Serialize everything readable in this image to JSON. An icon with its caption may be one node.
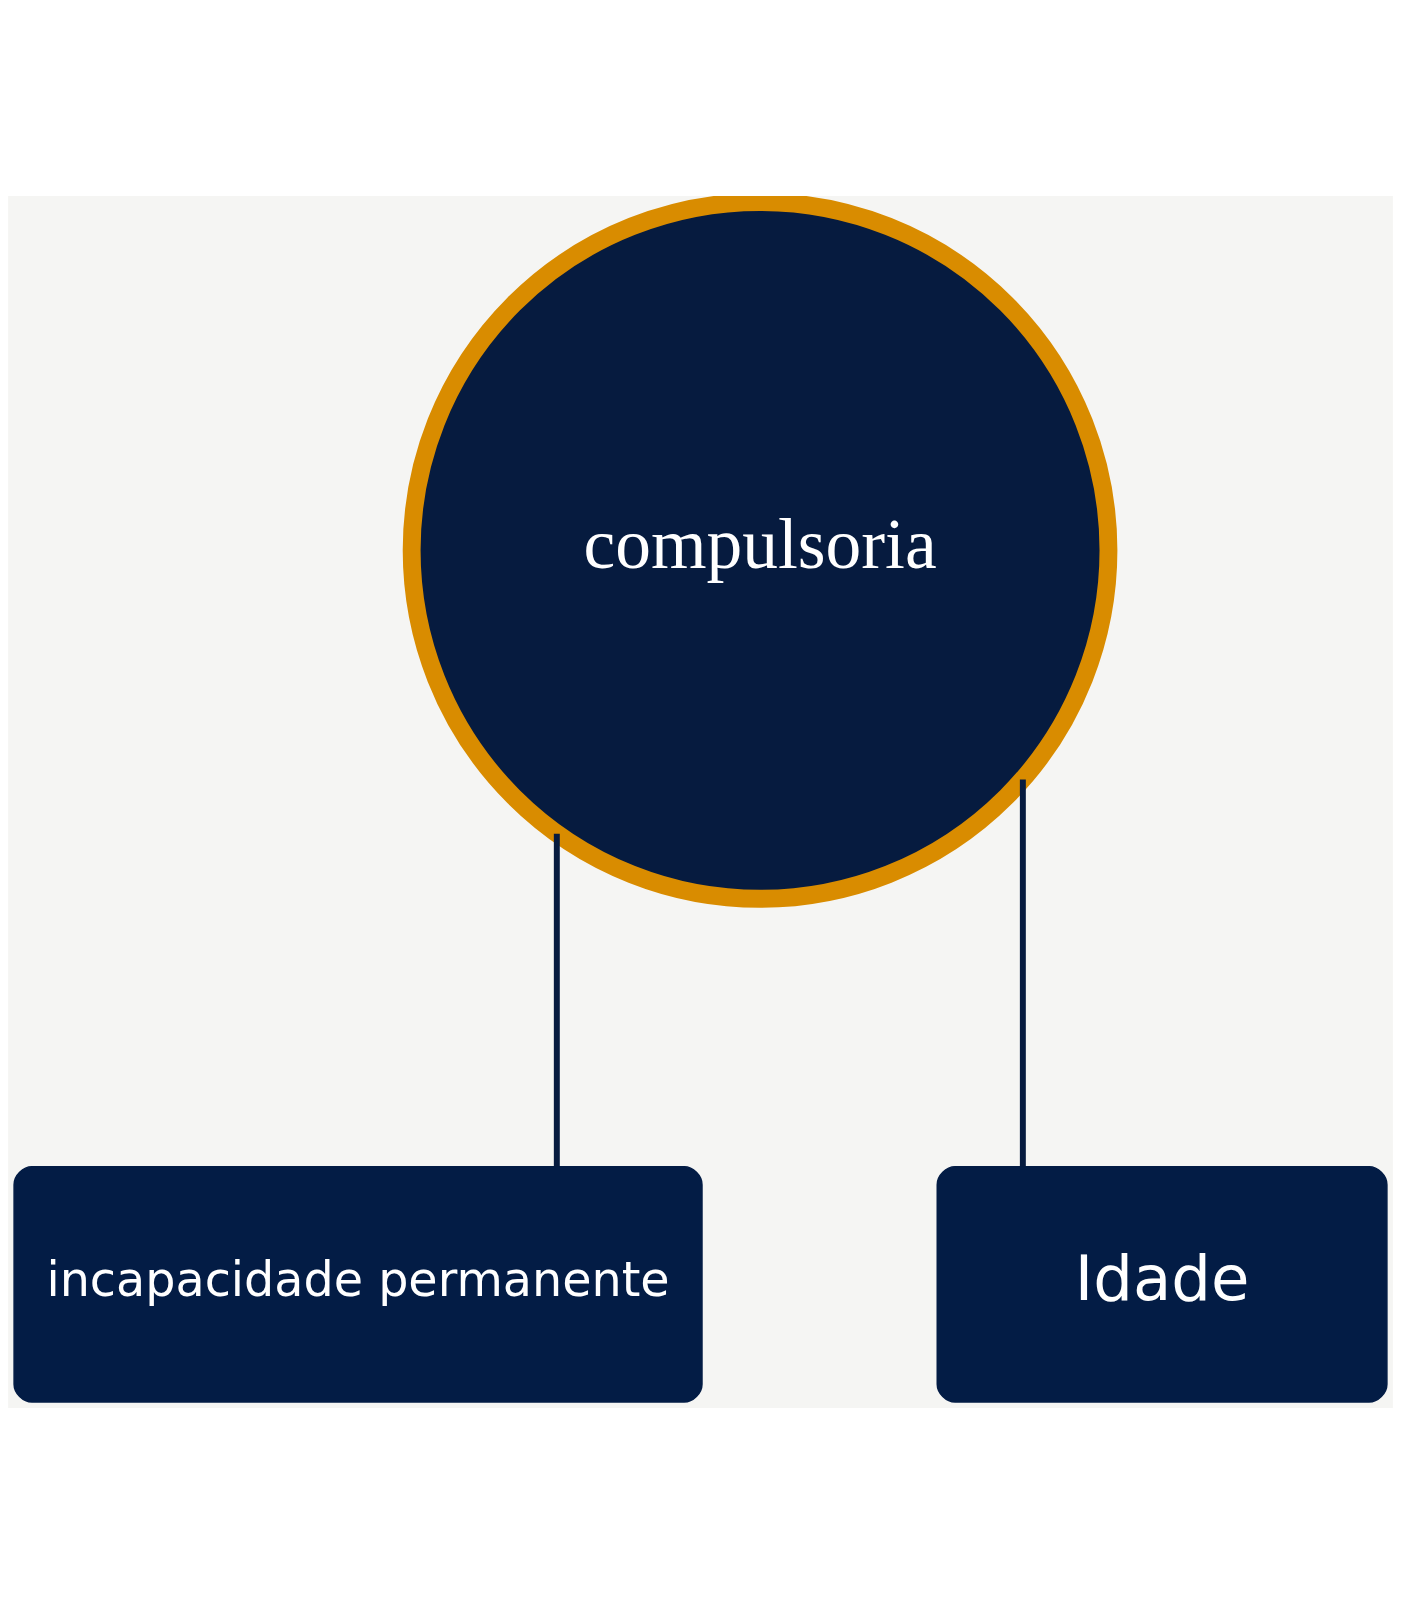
{
  "diagram": {
    "nodes": [
      {
        "text": [
          "compulsoria"
        ]
      },
      {
        "text": [
          "incapacidade permanente"
        ]
      },
      {
        "text": [
          "Idade"
        ]
      }
    ],
    "edges": [
      {
        "from": 0,
        "to": 1,
        "arrow": "none"
      },
      {
        "from": 0,
        "to": 2,
        "arrow": "none"
      }
    ]
  }
}
